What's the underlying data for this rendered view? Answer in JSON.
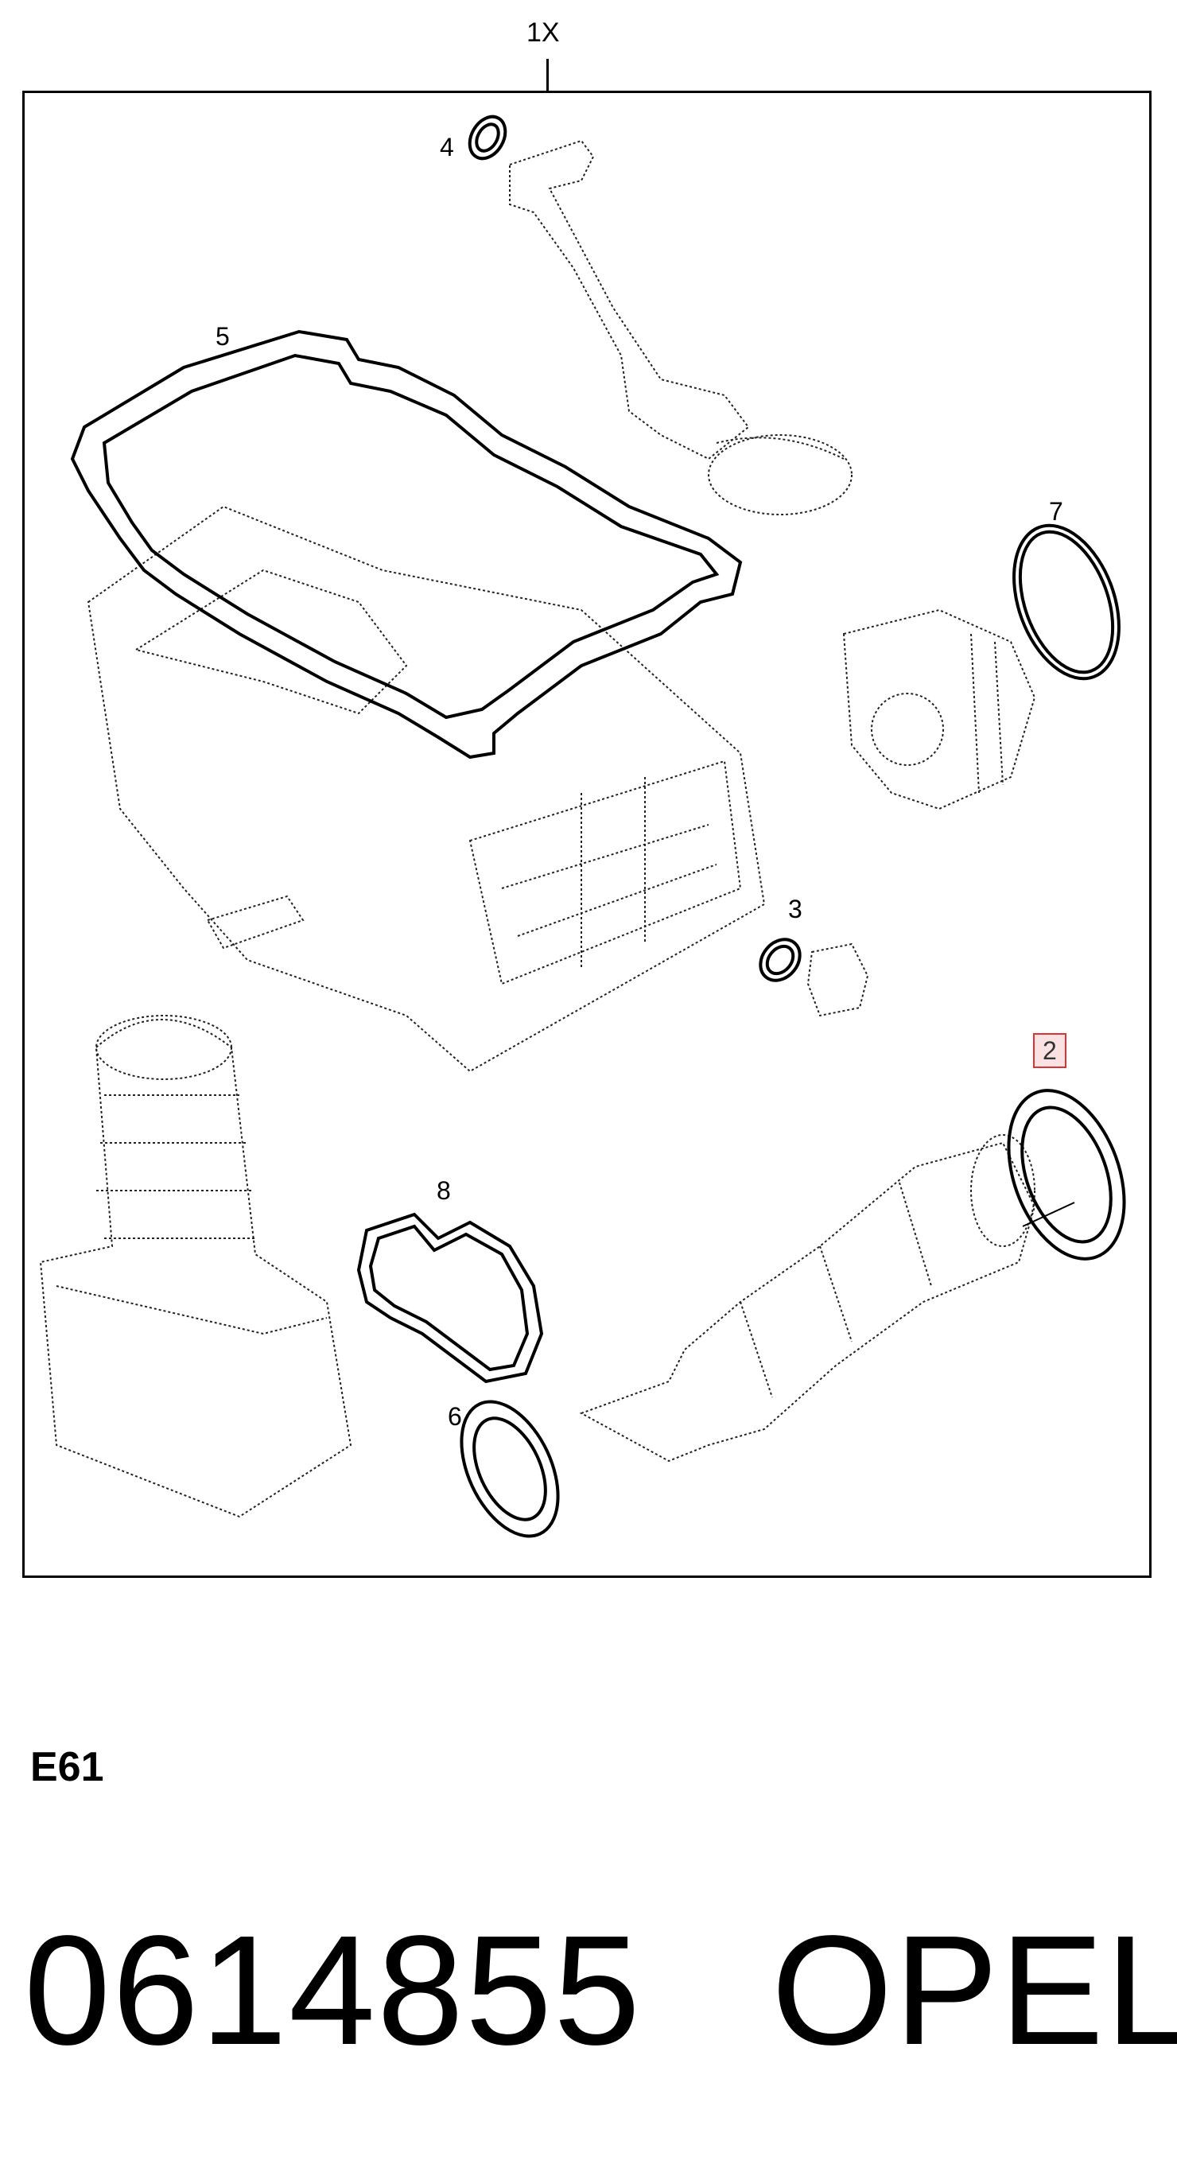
{
  "kit_label": "1X",
  "callouts": [
    {
      "id": "4",
      "label": "4",
      "highlighted": false
    },
    {
      "id": "5",
      "label": "5",
      "highlighted": false
    },
    {
      "id": "7",
      "label": "7",
      "highlighted": false
    },
    {
      "id": "3",
      "label": "3",
      "highlighted": false
    },
    {
      "id": "2",
      "label": "2",
      "highlighted": true
    },
    {
      "id": "8",
      "label": "8",
      "highlighted": false
    },
    {
      "id": "6",
      "label": "6",
      "highlighted": false
    }
  ],
  "section_code": "E61",
  "part_number": "0614855",
  "brand": "OPEL",
  "colors": {
    "highlight_border": "#dd3333",
    "highlight_fill": "#fbe2e2",
    "line": "#000000"
  }
}
